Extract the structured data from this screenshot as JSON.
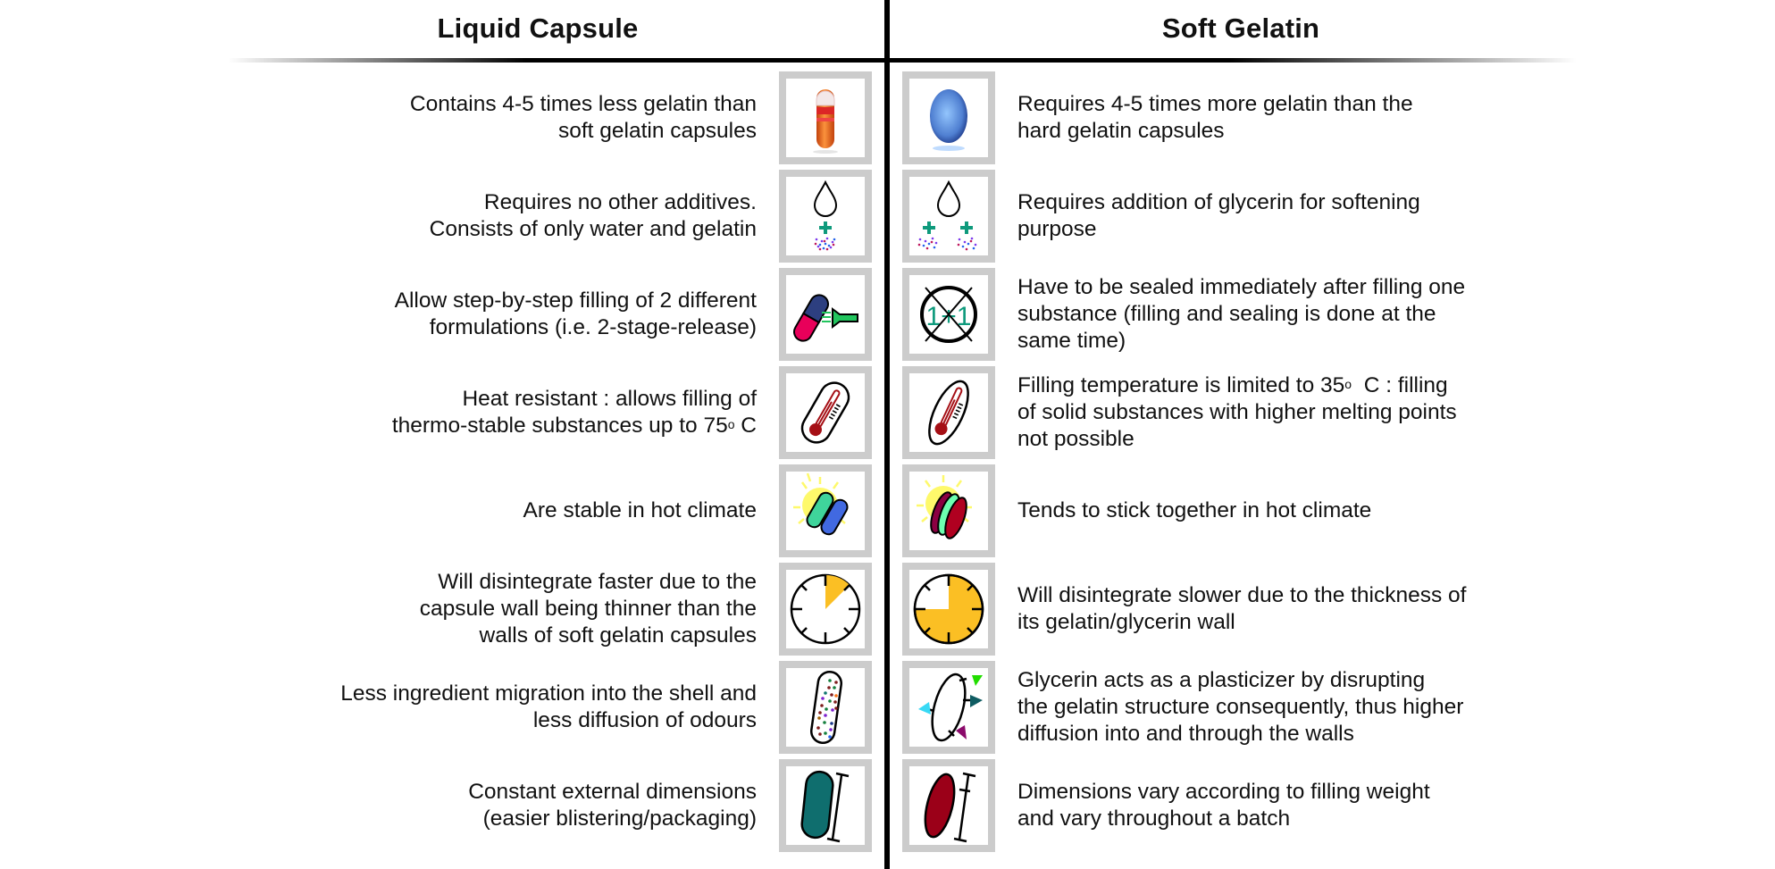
{
  "columns": {
    "left": {
      "title": "Liquid Capsule"
    },
    "right": {
      "title": "Soft Gelatin"
    }
  },
  "rows": [
    {
      "left": {
        "lines": [
          "Contains 4-5 times less gelatin than",
          "soft gelatin capsules"
        ],
        "icon": "orange-liquid-capsule-icon"
      },
      "right": {
        "lines": [
          "Requires 4-5 times more gelatin than the",
          "hard gelatin capsules"
        ],
        "icon": "blue-softgel-icon"
      }
    },
    {
      "left": {
        "lines": [
          "Requires no other additives.",
          "Consists of only water and gelatin"
        ],
        "icon": "water-plus-gelatin-icon"
      },
      "right": {
        "lines": [
          "Requires addition of glycerin for softening",
          "purpose"
        ],
        "icon": "water-plus-gelatin-plus-glycerin-icon"
      }
    },
    {
      "left": {
        "lines": [
          "Allow step-by-step filling of 2 different",
          "formulations (i.e. 2-stage-release)"
        ],
        "icon": "two-stage-filling-icon"
      },
      "right": {
        "lines": [
          "Have to be sealed immediately after filling one",
          "substance (filling and sealing is done at the",
          "same time)"
        ],
        "icon": "no-one-plus-one-icon"
      }
    },
    {
      "left": {
        "lines": [
          "Heat resistant : allows filling of",
          "thermo-stable substances up to 75",
          "o",
          " C"
        ],
        "icon": "thermometer-capsule-icon"
      },
      "right": {
        "lines": [
          "Filling temperature is limited to 35",
          "o",
          "  C : filling",
          "of solid substances with higher melting points",
          "not possible"
        ],
        "icon": "thermometer-softgel-icon"
      }
    },
    {
      "left": {
        "lines": [
          "Are stable in hot climate"
        ],
        "icon": "sun-separate-capsules-icon"
      },
      "right": {
        "lines": [
          "Tends to stick together in hot climate"
        ],
        "icon": "sun-stuck-softgels-icon"
      }
    },
    {
      "left": {
        "lines": [
          "Will disintegrate faster due to the",
          "capsule wall being thinner than the",
          "walls of soft gelatin capsules"
        ],
        "icon": "clock-short-time-icon"
      },
      "right": {
        "lines": [
          "Will disintegrate slower due to the thickness of",
          "its gelatin/glycerin wall"
        ],
        "icon": "clock-long-time-icon"
      }
    },
    {
      "left": {
        "lines": [
          "Less ingredient migration into the shell and",
          "less diffusion of odours"
        ],
        "icon": "capsule-contained-ingredients-icon"
      },
      "right": {
        "lines": [
          "Glycerin acts as a plasticizer by disrupting",
          "the gelatin structure consequently, thus higher",
          "diffusion into and through the walls"
        ],
        "icon": "softgel-diffusion-arrows-icon"
      }
    },
    {
      "left": {
        "lines": [
          "Constant external dimensions",
          "(easier blistering/packaging)"
        ],
        "icon": "capsule-constant-dimension-icon"
      },
      "right": {
        "lines": [
          "Dimensions vary according to filling weight",
          "and vary throughout a batch"
        ],
        "icon": "softgel-variable-dimension-icon"
      }
    }
  ],
  "colors": {
    "box_border": "#cccccc",
    "teal_plus": "#0e9a7c",
    "thermo_red": "#a50f15",
    "clock_fill": "#fbbf24",
    "pill_blue": "#2d3f80",
    "pill_pink": "#e8005a",
    "nozzle_green": "#22c55e"
  }
}
